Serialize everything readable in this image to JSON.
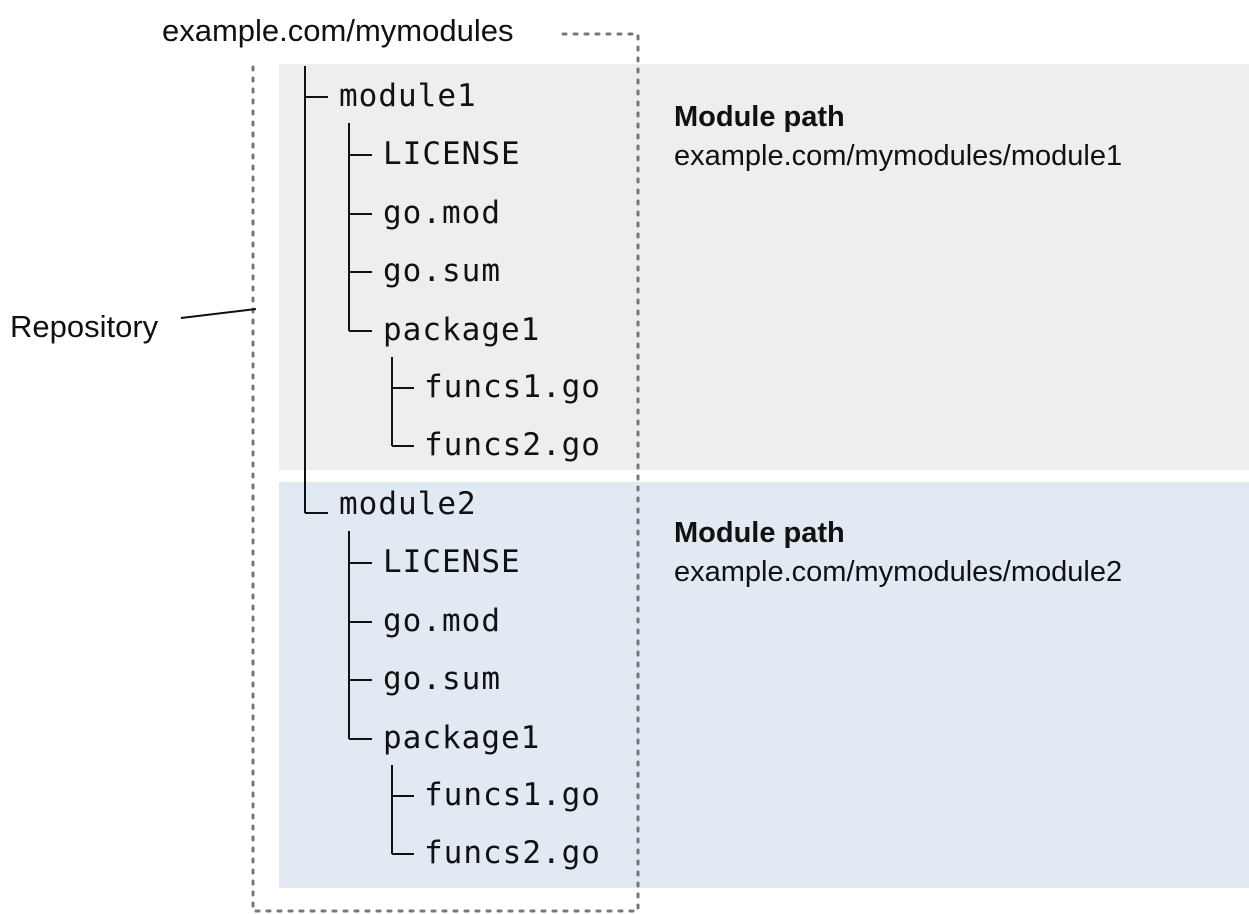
{
  "repository": {
    "url": "example.com/mymodules",
    "label": "Repository"
  },
  "modules": [
    {
      "name": "module1",
      "files": [
        "LICENSE",
        "go.mod",
        "go.sum"
      ],
      "package": {
        "name": "package1",
        "files": [
          "funcs1.go",
          "funcs2.go"
        ]
      },
      "path_label": "Module path",
      "path": "example.com/mymodules/module1",
      "panel_color": "#eeeeee"
    },
    {
      "name": "module2",
      "files": [
        "LICENSE",
        "go.mod",
        "go.sum"
      ],
      "package": {
        "name": "package1",
        "files": [
          "funcs1.go",
          "funcs2.go"
        ]
      },
      "path_label": "Module path",
      "path": "example.com/mymodules/module2",
      "panel_color": "#e1e9f3"
    }
  ]
}
